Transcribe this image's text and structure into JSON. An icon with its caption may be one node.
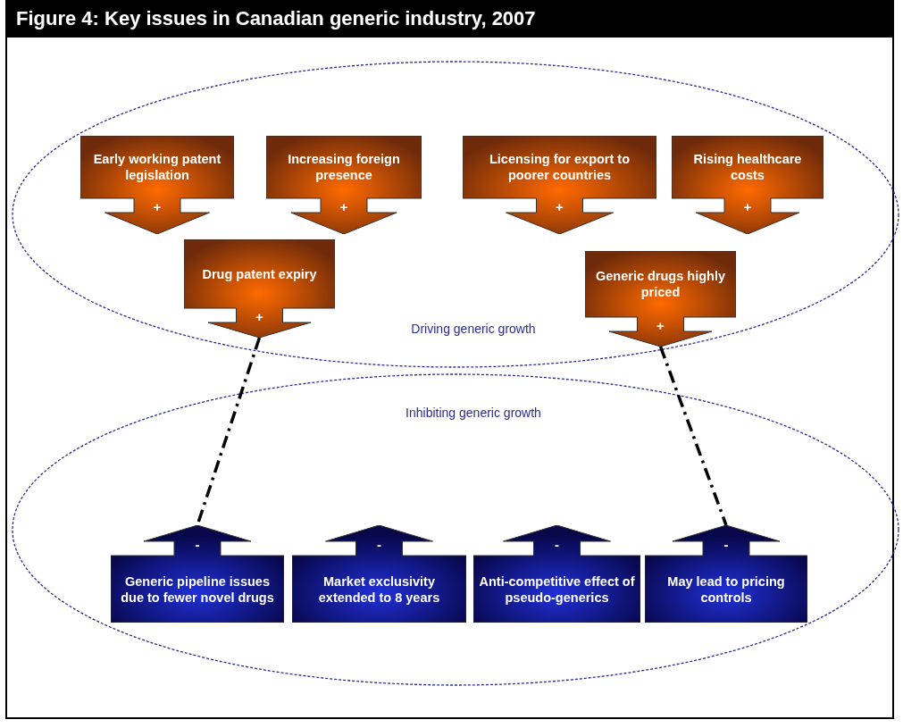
{
  "diagram": {
    "title": "Figure 4: Key issues in Canadian generic industry, 2007",
    "nodes": [
      {
        "text": [
          "Driving generic growth"
        ]
      },
      {
        "text": [
          "Early working patent legislation",
          "+"
        ],
        "in": 0
      },
      {
        "text": [
          "Increasing foreign presence",
          "+"
        ],
        "in": 0
      },
      {
        "text": [
          "Licensing for export to poorer countries",
          "+"
        ],
        "in": 0
      },
      {
        "text": [
          "Rising healthcare costs",
          "+"
        ],
        "in": 0
      },
      {
        "text": [
          "Drug patent expiry",
          "+"
        ],
        "in": 0
      },
      {
        "text": [
          "Generic drugs highly priced",
          "+"
        ],
        "in": 0
      },
      {
        "text": [
          "Inhibiting generic growth"
        ]
      },
      {
        "text": [
          "-",
          "Generic pipeline issues due to fewer novel drugs"
        ],
        "in": 7
      },
      {
        "text": [
          "-",
          "Market exclusivity extended to 8 years"
        ],
        "in": 7
      },
      {
        "text": [
          "-",
          "Anti-competitive effect of pseudo-generics"
        ],
        "in": 7
      },
      {
        "text": [
          "-",
          "May lead to pricing controls"
        ],
        "in": 7
      }
    ],
    "edges": [
      {
        "from": 5,
        "to": 8,
        "arrow": "none",
        "style": "dashed"
      },
      {
        "from": 6,
        "to": 11,
        "arrow": "none",
        "style": "dashed"
      }
    ]
  }
}
